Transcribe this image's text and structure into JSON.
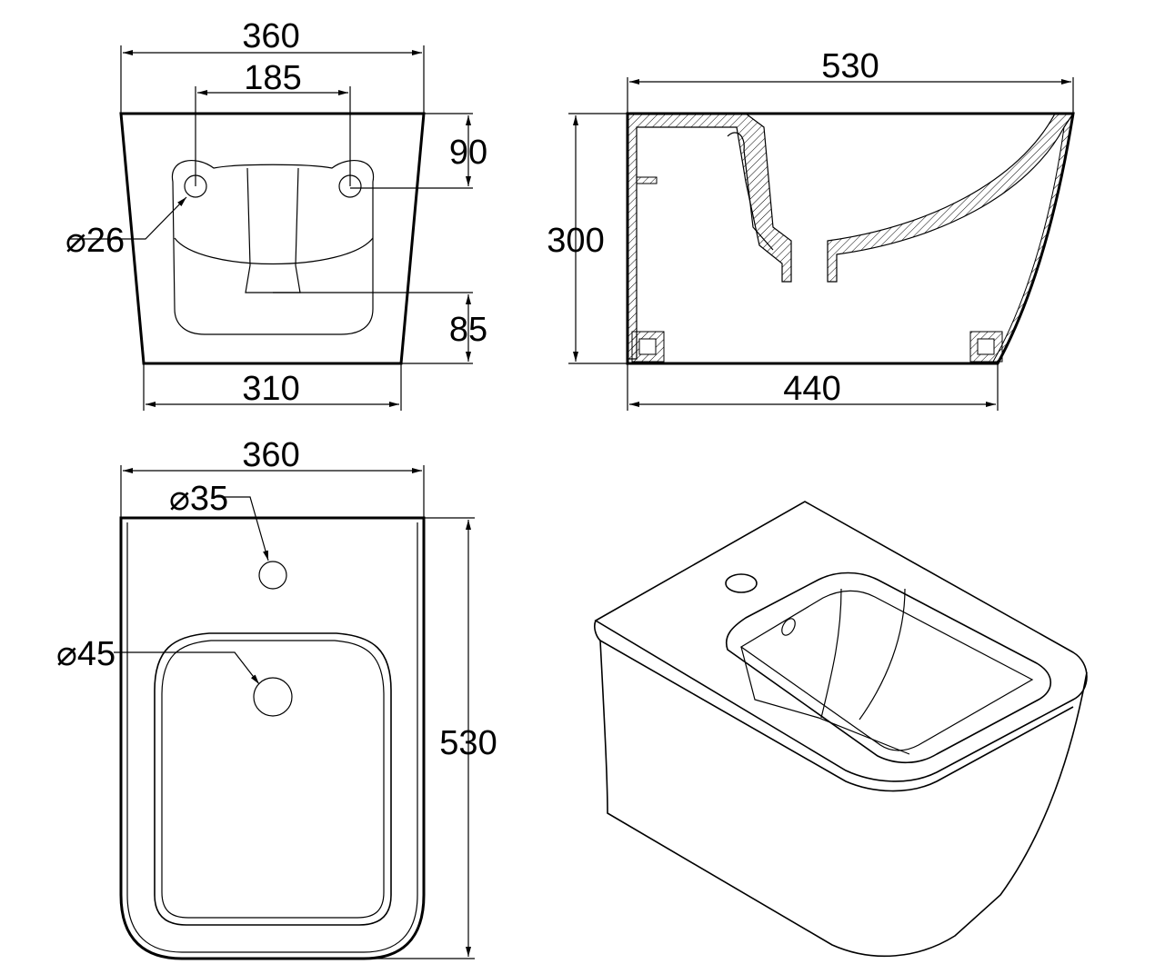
{
  "front_view": {
    "width_top": "360",
    "hole_spacing": "185",
    "hole_height_from_top": "90",
    "hole_diameter": "⌀26",
    "outlet_height": "85",
    "width_bottom": "310"
  },
  "side_view": {
    "length_top": "530",
    "height": "300",
    "length_bottom": "440"
  },
  "top_view": {
    "width": "360",
    "tap_hole_diameter": "⌀35",
    "drain_diameter": "⌀45",
    "length": "530"
  }
}
